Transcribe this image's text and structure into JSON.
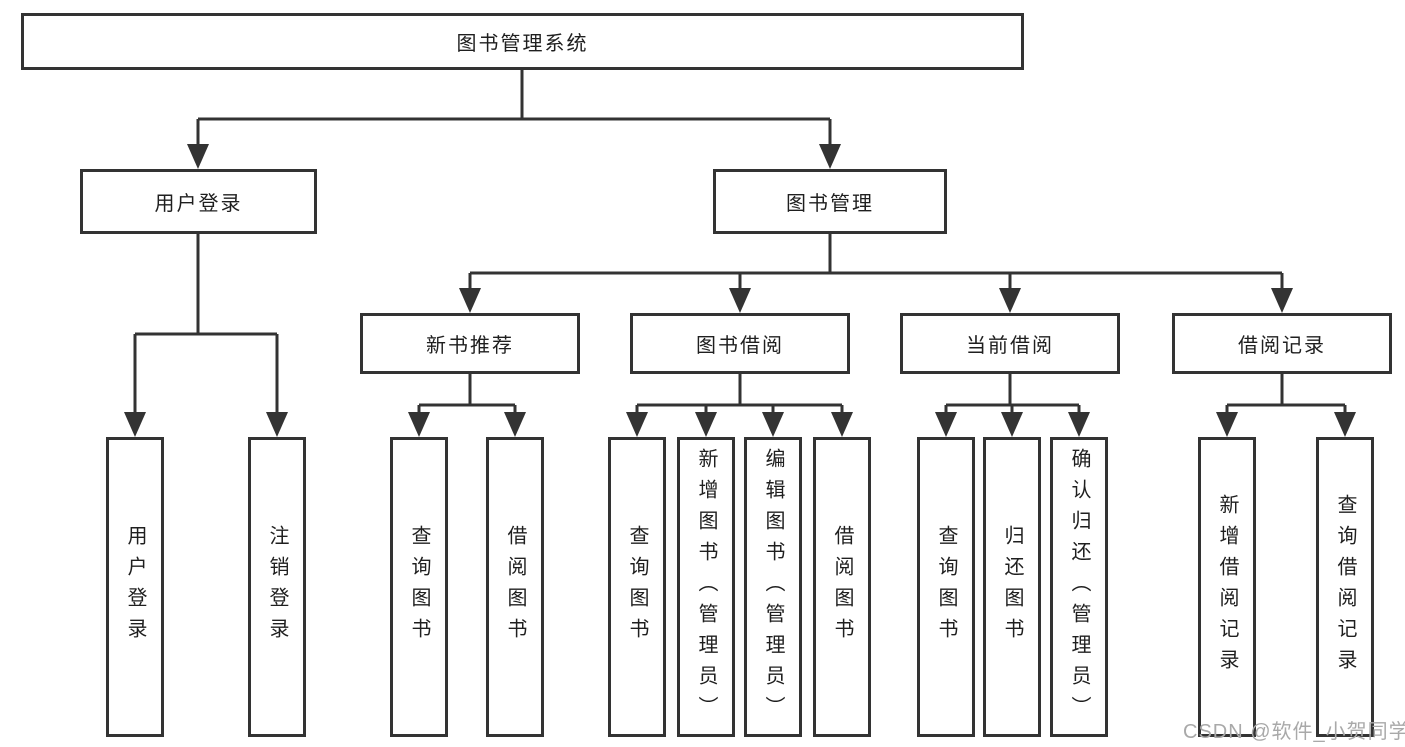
{
  "nodes": {
    "root": "图书管理系统",
    "user_login": "用户登录",
    "book_management": "图书管理",
    "new_book_recommend": "新书推荐",
    "book_borrowing": "图书借阅",
    "current_borrowing": "当前借阅",
    "borrowing_records": "借阅记录",
    "leaf_login": "用户登录",
    "leaf_logout": "注销登录",
    "rec_query_books": "查询图书",
    "rec_borrow_books": "借阅图书",
    "bb_query_books": "查询图书",
    "bb_add_books": "新增图书（管理员）",
    "bb_edit_books": "编辑图书（管理员）",
    "bb_borrow_books": "借阅图书",
    "cb_query_books": "查询图书",
    "cb_return_books": "归还图书",
    "cb_confirm_return": "确认归还（管理员）",
    "br_add_record": "新增借阅记录",
    "br_query_record": "查询借阅记录"
  },
  "watermark": "CSDN @软件_小贺同学",
  "colors": {
    "line": "#333333",
    "box_border": "#333333",
    "text": "#1f1f1f",
    "watermark": "#a9a9a9",
    "background": "#ffffff"
  }
}
